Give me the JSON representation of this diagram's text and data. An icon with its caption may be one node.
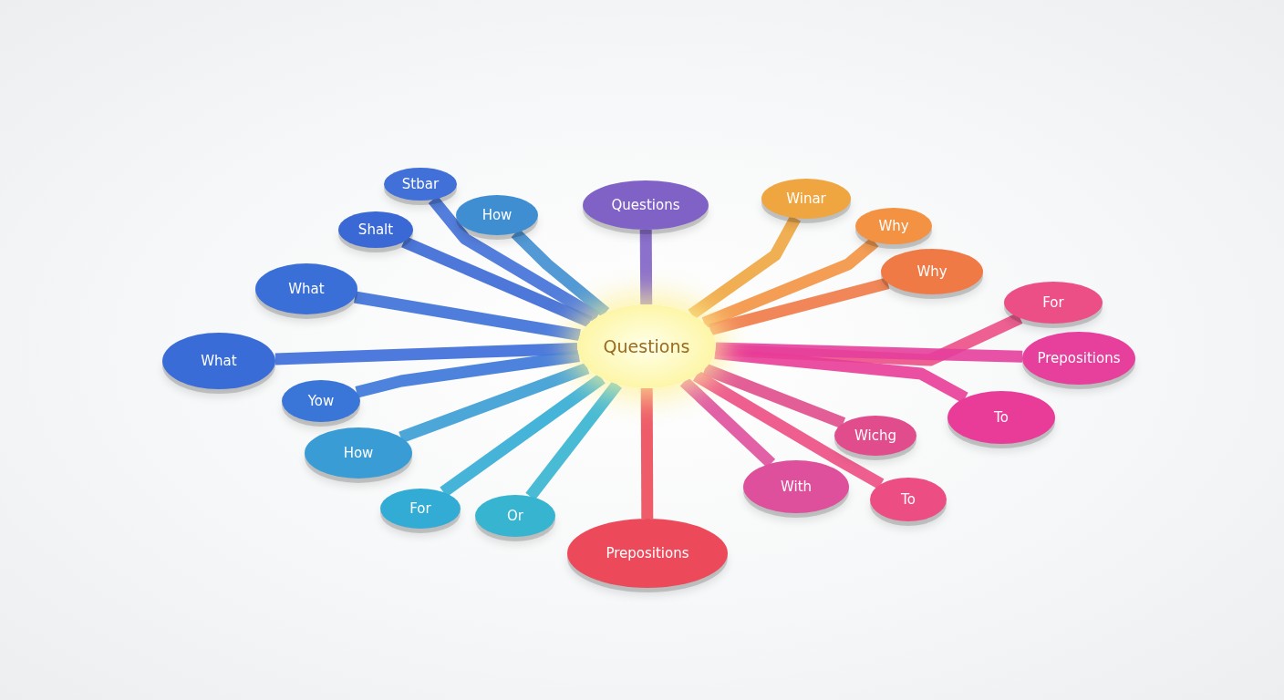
{
  "diagram": {
    "nodes": [
      {
        "text": [
          "Questions"
        ]
      },
      {
        "text": [
          "Stbar"
        ]
      },
      {
        "text": [
          "How"
        ]
      },
      {
        "text": [
          "Shalt"
        ]
      },
      {
        "text": [
          "What"
        ]
      },
      {
        "text": [
          "What"
        ]
      },
      {
        "text": [
          "Yow"
        ]
      },
      {
        "text": [
          "How"
        ]
      },
      {
        "text": [
          "For"
        ]
      },
      {
        "text": [
          "Or"
        ]
      },
      {
        "text": [
          "Questions"
        ]
      },
      {
        "text": [
          "Winar"
        ]
      },
      {
        "text": [
          "Why"
        ]
      },
      {
        "text": [
          "Why"
        ]
      },
      {
        "text": [
          "For"
        ]
      },
      {
        "text": [
          "Prepositions"
        ]
      },
      {
        "text": [
          "To"
        ]
      },
      {
        "text": [
          "Wichg"
        ]
      },
      {
        "text": [
          "With"
        ]
      },
      {
        "text": [
          "To"
        ]
      },
      {
        "text": [
          "Prepositions"
        ]
      }
    ],
    "edges": [
      {
        "from": 0,
        "to": 1,
        "arrow": "none",
        "color": "#4070d8"
      },
      {
        "from": 0,
        "to": 2,
        "arrow": "none",
        "color": "#3f8ed2"
      },
      {
        "from": 0,
        "to": 3,
        "arrow": "none",
        "color": "#3a68d4"
      },
      {
        "from": 0,
        "to": 4,
        "arrow": "none",
        "color": "#3b6fd8"
      },
      {
        "from": 0,
        "to": 5,
        "arrow": "none",
        "color": "#3a6cd8"
      },
      {
        "from": 0,
        "to": 6,
        "arrow": "none",
        "color": "#3a76d8"
      },
      {
        "from": 0,
        "to": 7,
        "arrow": "none",
        "color": "#3a9cd4"
      },
      {
        "from": 0,
        "to": 8,
        "arrow": "none",
        "color": "#32acd4"
      },
      {
        "from": 0,
        "to": 9,
        "arrow": "none",
        "color": "#36b4d0"
      },
      {
        "from": 0,
        "to": 10,
        "arrow": "none",
        "color": "#8062c6"
      },
      {
        "from": 0,
        "to": 11,
        "arrow": "none",
        "color": "#f0a640"
      },
      {
        "from": 0,
        "to": 12,
        "arrow": "none",
        "color": "#f39242"
      },
      {
        "from": 0,
        "to": 13,
        "arrow": "none",
        "color": "#f07a46"
      },
      {
        "from": 0,
        "to": 14,
        "arrow": "none",
        "color": "#ec4f86"
      },
      {
        "from": 0,
        "to": 15,
        "arrow": "none",
        "color": "#e63f9c"
      },
      {
        "from": 0,
        "to": 16,
        "arrow": "none",
        "color": "#e83c98"
      },
      {
        "from": 0,
        "to": 17,
        "arrow": "none",
        "color": "#e04c8c"
      },
      {
        "from": 0,
        "to": 18,
        "arrow": "none",
        "color": "#de4f9c"
      },
      {
        "from": 0,
        "to": 19,
        "arrow": "none",
        "color": "#ec4e84"
      },
      {
        "from": 0,
        "to": 20,
        "arrow": "none",
        "color": "#ec4a5a"
      }
    ]
  }
}
